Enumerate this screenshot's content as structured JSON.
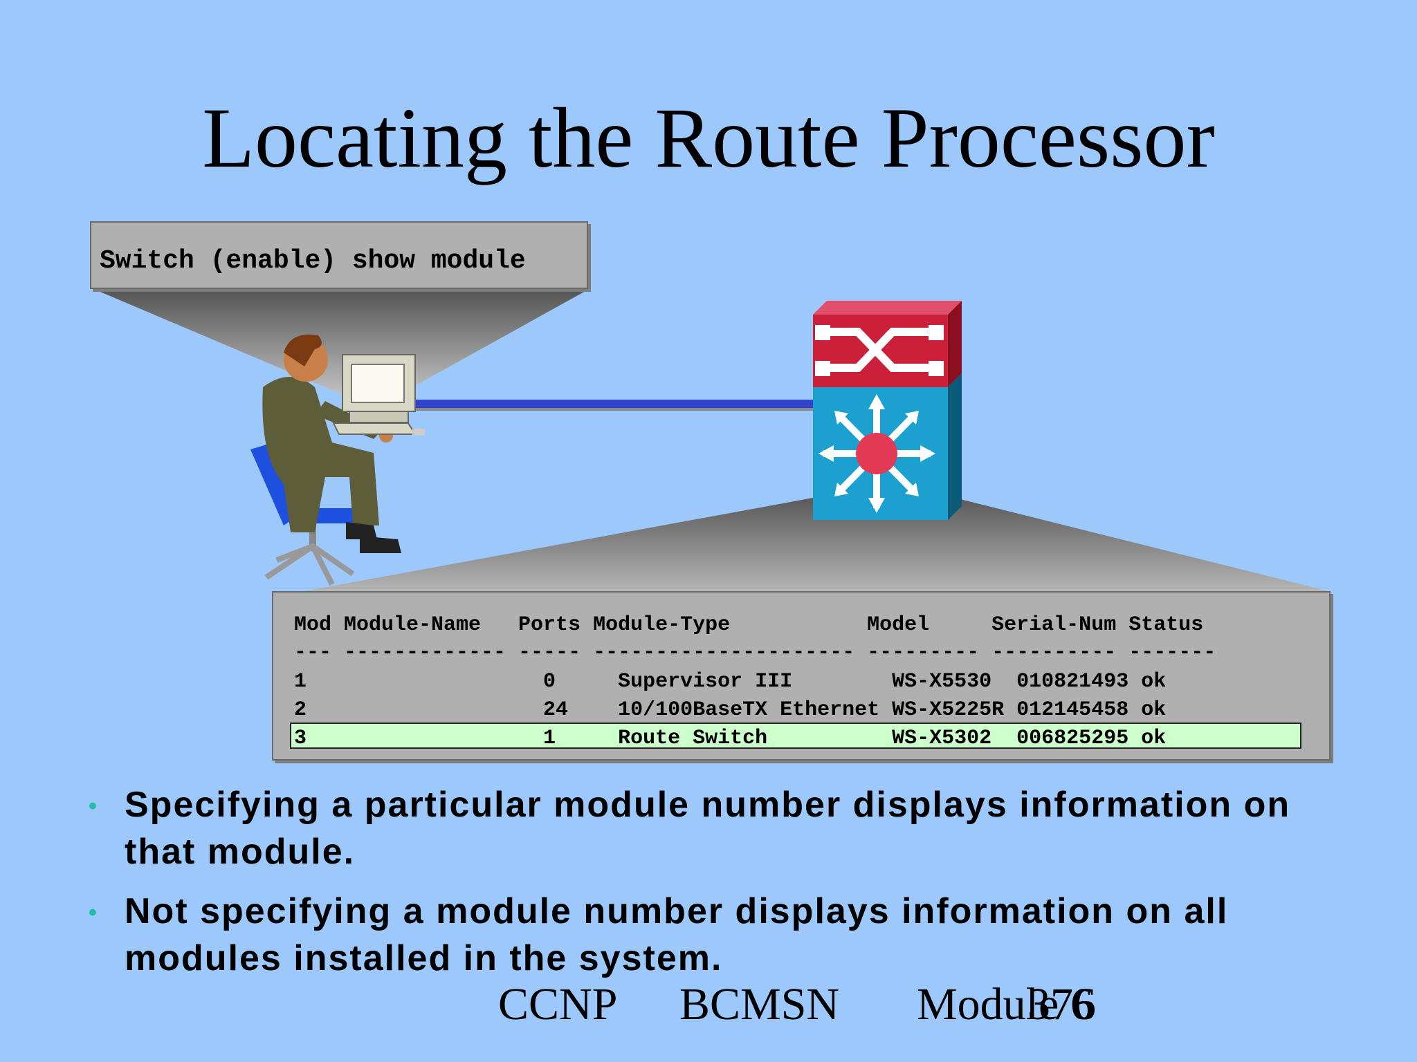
{
  "slide": {
    "title": "Locating the Route Processor"
  },
  "command_box": {
    "text": "Switch (enable) show module"
  },
  "module_table": {
    "header_line": "Mod Module-Name   Ports Module-Type           Model     Serial-Num Status",
    "separator_line": "--- ------------- ----- --------------------- --------- ---------- -------",
    "rows": [
      "1                   0     Supervisor III        WS-X5530  010821493 ok",
      "2                   24    10/100BaseTX Ethernet WS-X5225R 012145458 ok",
      "3                   1     Route Switch          WS-X5302  006825295 ok"
    ],
    "highlight_row_color": "#ccffcc"
  },
  "bullets": [
    "Specifying a particular module number displays information on that module.",
    "Not specifying a module number displays information on all modules installed in the system."
  ],
  "footer": {
    "course": "CCNP",
    "module": "BCMSN",
    "label": "Module 6",
    "page": "376"
  },
  "colors": {
    "background": "#9cc8fb",
    "switch_top": "#cc1f3a",
    "switch_body": "#1ba0cf",
    "link": "#3344cc",
    "bullet_dot": "#1fbfa5"
  },
  "icons": [
    "user-at-workstation-icon",
    "multilayer-switch-icon"
  ]
}
